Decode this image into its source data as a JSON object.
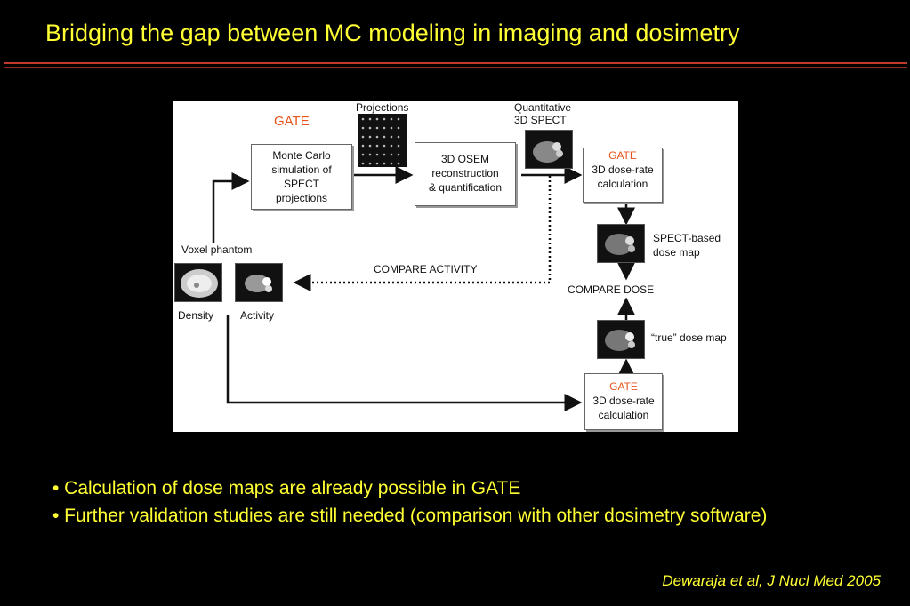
{
  "slide": {
    "title": "Bridging the gap between MC modeling in imaging and dosimetry",
    "bullets": [
      "• Calculation of dose maps are already possible in GATE",
      "• Further validation studies are still needed (comparison with other dosimetry software)"
    ],
    "citation": "Dewaraja et al, J Nucl Med 2005"
  },
  "diagram": {
    "gate_top": "GATE",
    "projections_label": "Projections",
    "quant_spect_line1": "Quantitative",
    "quant_spect_line2": "3D SPECT",
    "mc_box": [
      "Monte Carlo",
      "simulation of",
      "SPECT",
      "projections"
    ],
    "osem_box": [
      "3D OSEM",
      "reconstruction",
      "& quantification"
    ],
    "dose_box_top": {
      "gate": "GATE",
      "line1": "3D dose-rate",
      "line2": "calculation"
    },
    "dose_box_bottom": {
      "gate": "GATE",
      "line1": "3D dose-rate",
      "line2": "calculation"
    },
    "voxel_phantom": "Voxel phantom",
    "density": "Density",
    "activity": "Activity",
    "compare_activity": "COMPARE ACTIVITY",
    "spect_dose_map": [
      "SPECT-based",
      "dose map"
    ],
    "compare_dose": "COMPARE DOSE",
    "true_dose_map": "“true” dose map",
    "colors": {
      "title": "#ffff33",
      "gate": "#e8541c",
      "rule": "#c0392b"
    }
  }
}
